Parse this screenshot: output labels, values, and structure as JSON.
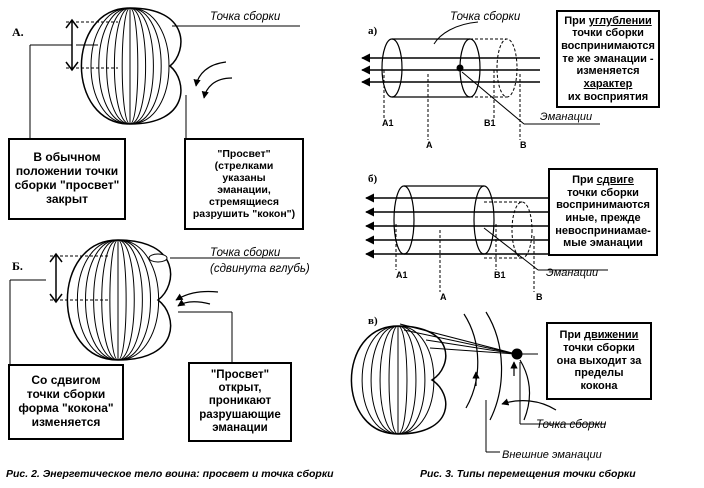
{
  "figure2": {
    "panel_a_label": "А.",
    "panel_b_label": "Б.",
    "assemblage_point_a": "Точка сборки",
    "assemblage_point_b": "Точка сборки",
    "assemblage_point_b_sub": "(сдвинута вглубь)",
    "box_closed": [
      "В обычном",
      "положении точки",
      "сборки \"просвет\"",
      "закрыт"
    ],
    "box_gap_a": [
      "\"Просвет\"",
      "(стрелками",
      "указаны",
      "эманации,",
      "стремящиеся",
      "разрушить \"кокон\")"
    ],
    "box_shift": [
      "Со сдвигом",
      "точки сборки",
      "форма \"кокона\"",
      "изменяется"
    ],
    "box_gap_b": [
      "\"Просвет\"",
      "открыт,",
      "проникают",
      "разрушающие",
      "эманации"
    ],
    "caption": "Рис. 2. Энергетическое тело воина: просвет и точка сборки"
  },
  "figure3": {
    "panel_a_label": "а)",
    "panel_b_label": "б)",
    "panel_c_label": "в)",
    "assemblage_point": "Точка сборки",
    "emanations": "Эманации",
    "point_labels": {
      "a1": "А1",
      "b1": "В1",
      "a": "А",
      "b": "В"
    },
    "box_deepening": {
      "prefix": "При ",
      "keyword": "углублении",
      "lines": [
        "точки сборки",
        "воспринимаются",
        "те же эманации -",
        "изменяется"
      ],
      "keyword2": "характер",
      "last": "их восприятия"
    },
    "box_shift": {
      "prefix": "При ",
      "keyword": "сдвиге",
      "lines": [
        "точки сборки",
        "воспринимаются",
        "иные, прежде",
        "невосприниамае-",
        "мые эманации"
      ]
    },
    "box_movement": {
      "prefix": "При ",
      "keyword": "движении",
      "lines": [
        "точки сборки",
        "она выходит за",
        "пределы",
        "кокона"
      ]
    },
    "point_label_c": "Точка сборки",
    "external_emanations": "Внешние эманации",
    "caption": "Рис. 3. Типы перемещения точки сборки"
  }
}
